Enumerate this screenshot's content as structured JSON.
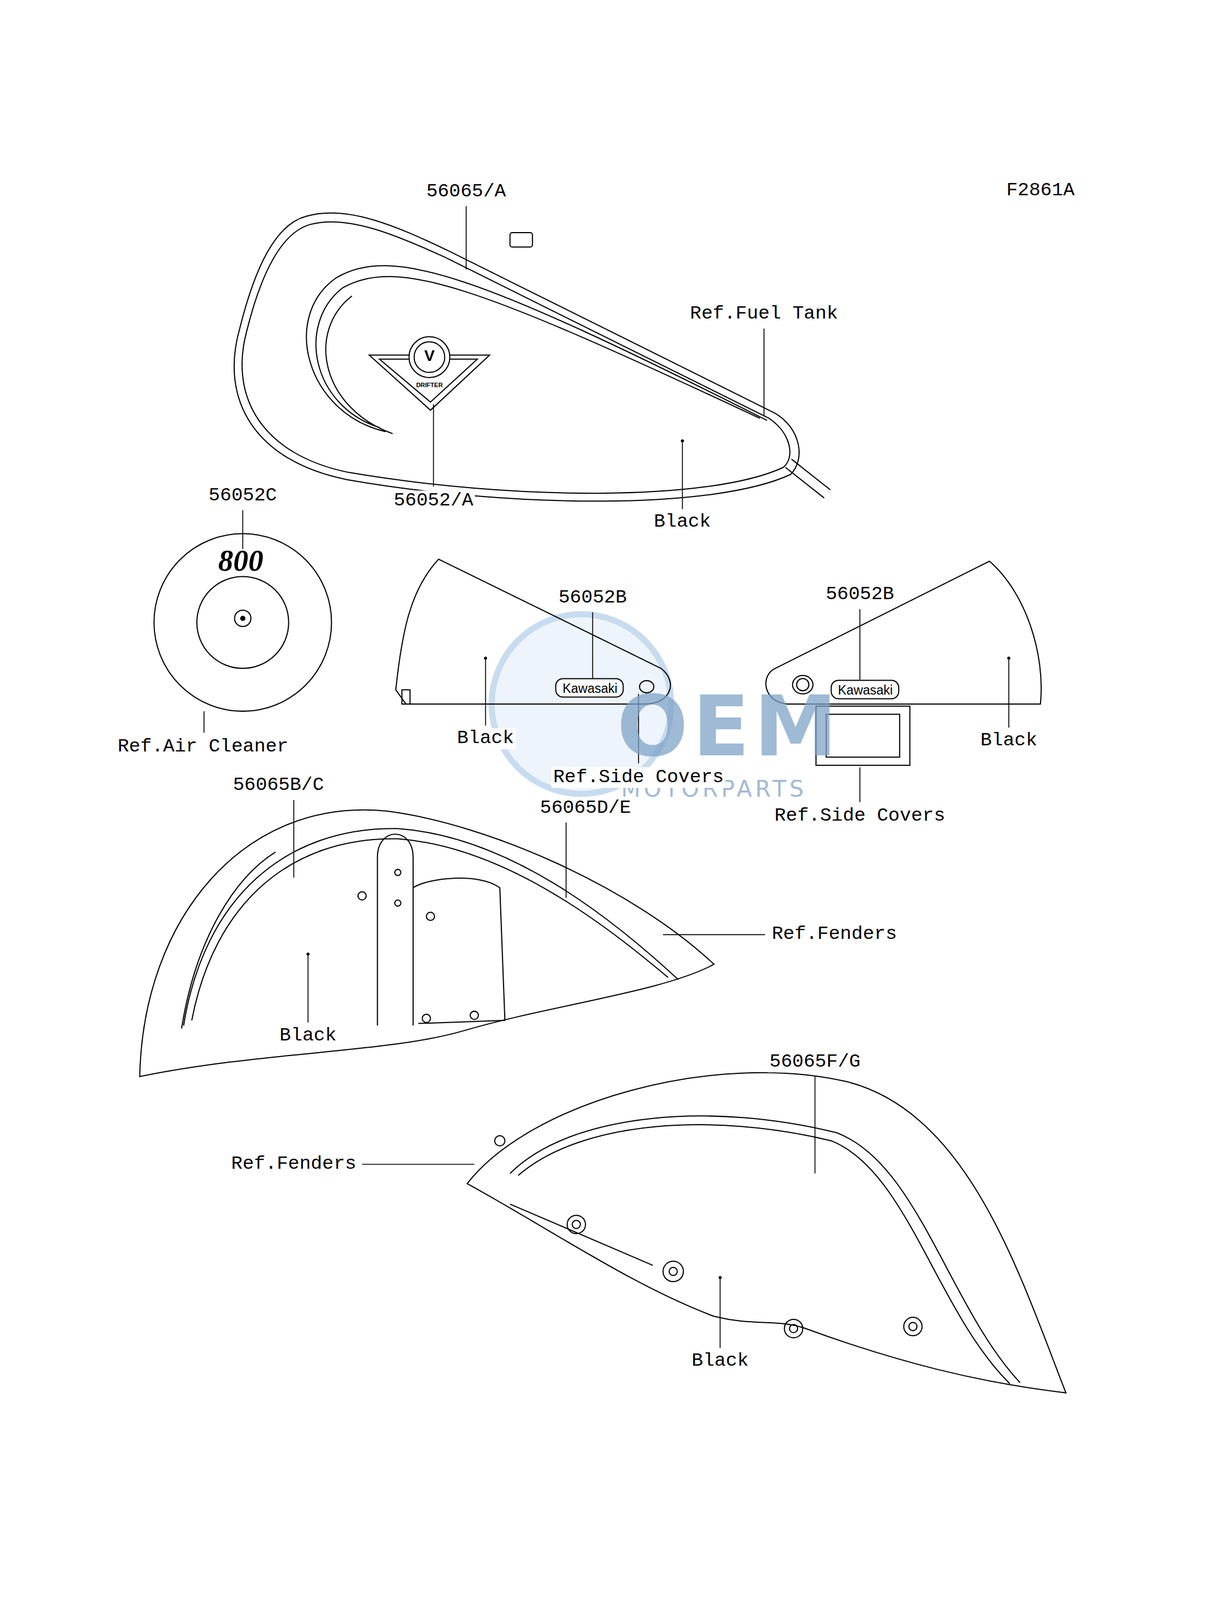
{
  "diagram": {
    "nodes": [
      {
        "text": [
          "Kawasaki"
        ]
      },
      {
        "text": [
          "Kawasaki"
        ]
      }
    ],
    "labels": [
      "F2861A",
      "56065/A",
      "Ref.Fuel Tank",
      "56052/A",
      "Black",
      "V",
      "DRIFTER",
      "56052C",
      "800",
      "Ref.Air Cleaner",
      "56052B",
      "56052B",
      "Black",
      "Black",
      "Ref.Side Covers",
      "Ref.Side Covers",
      "OEM",
      "MOTORPARTS",
      "56065B/C",
      "56065D/E",
      "Ref.Fenders",
      "Black",
      "56065F/G",
      "Ref.Fenders",
      "Black"
    ]
  }
}
